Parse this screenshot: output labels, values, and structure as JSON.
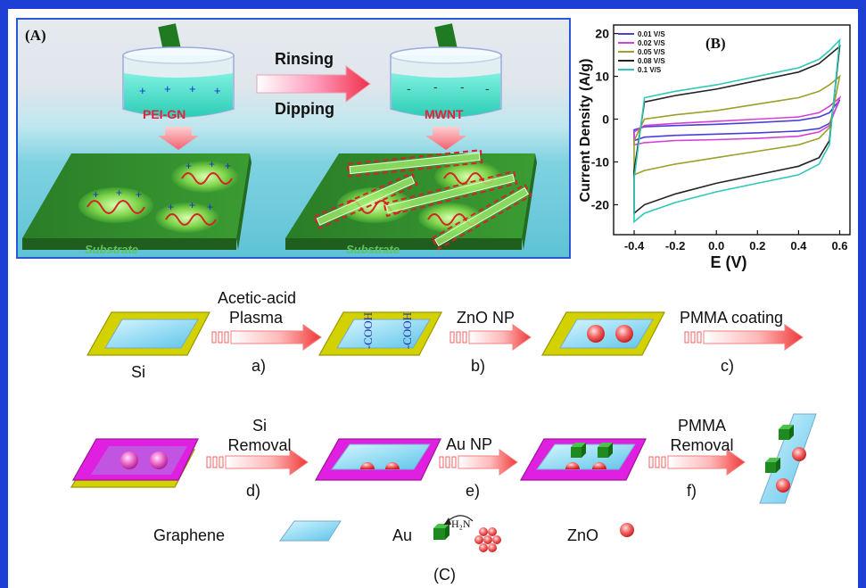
{
  "panel_a": {
    "tag": "(A)",
    "beaker_left_label": "PEI-GN",
    "beaker_right_label": "MWNT",
    "arrow_top_label": "Rinsing",
    "arrow_bottom_label": "Dipping",
    "substrate_label": "Substrate",
    "colors": {
      "substrate": "#2f8a2c",
      "solution": "#38d6c0",
      "label": "#e8203a"
    }
  },
  "panel_b": {
    "tag": "(B)",
    "xlabel": "E (V)",
    "ylabel": "Current Density (A/g)",
    "xticks": [
      "-0.4",
      "-0.2",
      "0.0",
      "0.2",
      "0.4",
      "0.6"
    ],
    "yticks": [
      "20",
      "10",
      "0",
      "-10",
      "-20"
    ]
  },
  "chart_data": {
    "type": "line",
    "title": "",
    "xlabel": "E (V)",
    "ylabel": "Current Density (A/g)",
    "xlim": [
      -0.5,
      0.65
    ],
    "ylim": [
      -27,
      22
    ],
    "grid": false,
    "legend_position": "top-left",
    "series": [
      {
        "name": "0.01 V/S",
        "color": "#4a3fd8",
        "upper_y": [
          -2.5,
          -1.8,
          -1.5,
          -1.2,
          -0.8,
          -0.3,
          0.5,
          1.5,
          4.5
        ],
        "lower_y": [
          -5,
          -4.2,
          -3.8,
          -3.5,
          -3.2,
          -2.8,
          -2.2,
          -1.0,
          4.5
        ],
        "x": [
          -0.4,
          -0.35,
          -0.2,
          0.0,
          0.2,
          0.4,
          0.5,
          0.55,
          0.6
        ]
      },
      {
        "name": "0.02 V/S",
        "color": "#d640d6",
        "upper_y": [
          -3,
          -1.5,
          -1,
          -0.5,
          0,
          0.5,
          1.5,
          3,
          5
        ],
        "lower_y": [
          -6,
          -5.5,
          -5,
          -4.8,
          -4.5,
          -4,
          -3,
          -1.5,
          5
        ],
        "x": [
          -0.4,
          -0.35,
          -0.2,
          0.0,
          0.2,
          0.4,
          0.5,
          0.55,
          0.6
        ]
      },
      {
        "name": "0.05 V/S",
        "color": "#9aa02a",
        "upper_y": [
          -5,
          0,
          1,
          2,
          3.5,
          5,
          6.5,
          8,
          10
        ],
        "lower_y": [
          -13,
          -12,
          -10.5,
          -9,
          -7.5,
          -6,
          -4.5,
          -2,
          10
        ],
        "x": [
          -0.4,
          -0.35,
          -0.2,
          0.0,
          0.2,
          0.4,
          0.5,
          0.55,
          0.6
        ]
      },
      {
        "name": "0.08 V/S",
        "color": "#222222",
        "upper_y": [
          -12,
          4,
          5.5,
          7,
          9,
          11,
          13,
          15,
          17
        ],
        "lower_y": [
          -22,
          -20,
          -17.5,
          -15,
          -13,
          -11,
          -9,
          -5,
          17
        ],
        "x": [
          -0.4,
          -0.35,
          -0.2,
          0.0,
          0.2,
          0.4,
          0.5,
          0.55,
          0.6
        ]
      },
      {
        "name": "0.1 V/S",
        "color": "#2fc7b7",
        "upper_y": [
          -14,
          5,
          6.5,
          8,
          10,
          12,
          14,
          16,
          18.5
        ],
        "lower_y": [
          -24,
          -22,
          -19.5,
          -17,
          -15,
          -13,
          -10.5,
          -6,
          18.5
        ],
        "x": [
          -0.4,
          -0.35,
          -0.2,
          0.0,
          0.2,
          0.4,
          0.5,
          0.55,
          0.6
        ]
      }
    ]
  },
  "panel_c": {
    "tag": "(C)",
    "si_label": "Si",
    "steps": [
      {
        "label_lines": [
          "Acetic-acid",
          "Plasma"
        ],
        "letter": "a)"
      },
      {
        "label_lines": [
          "ZnO NP"
        ],
        "letter": "b)"
      },
      {
        "label_lines": [
          "PMMA coating"
        ],
        "letter": "c)"
      },
      {
        "label_lines": [
          "Si",
          "Removal"
        ],
        "letter": "d)"
      },
      {
        "label_lines": [
          "Au NP"
        ],
        "letter": "e)"
      },
      {
        "label_lines": [
          "PMMA",
          "Removal"
        ],
        "letter": "f)"
      }
    ],
    "cooh": "-COOH",
    "legend": {
      "graphene": "Graphene",
      "au": "Au",
      "zno": "ZnO",
      "amine": "H₂N"
    },
    "colors": {
      "si": "#d4d100",
      "graphene": "#8fd8f2",
      "pmma": "#e020e0",
      "zno": "#f05050",
      "au": "#1f8a1f",
      "arrow": "#f03838"
    }
  }
}
